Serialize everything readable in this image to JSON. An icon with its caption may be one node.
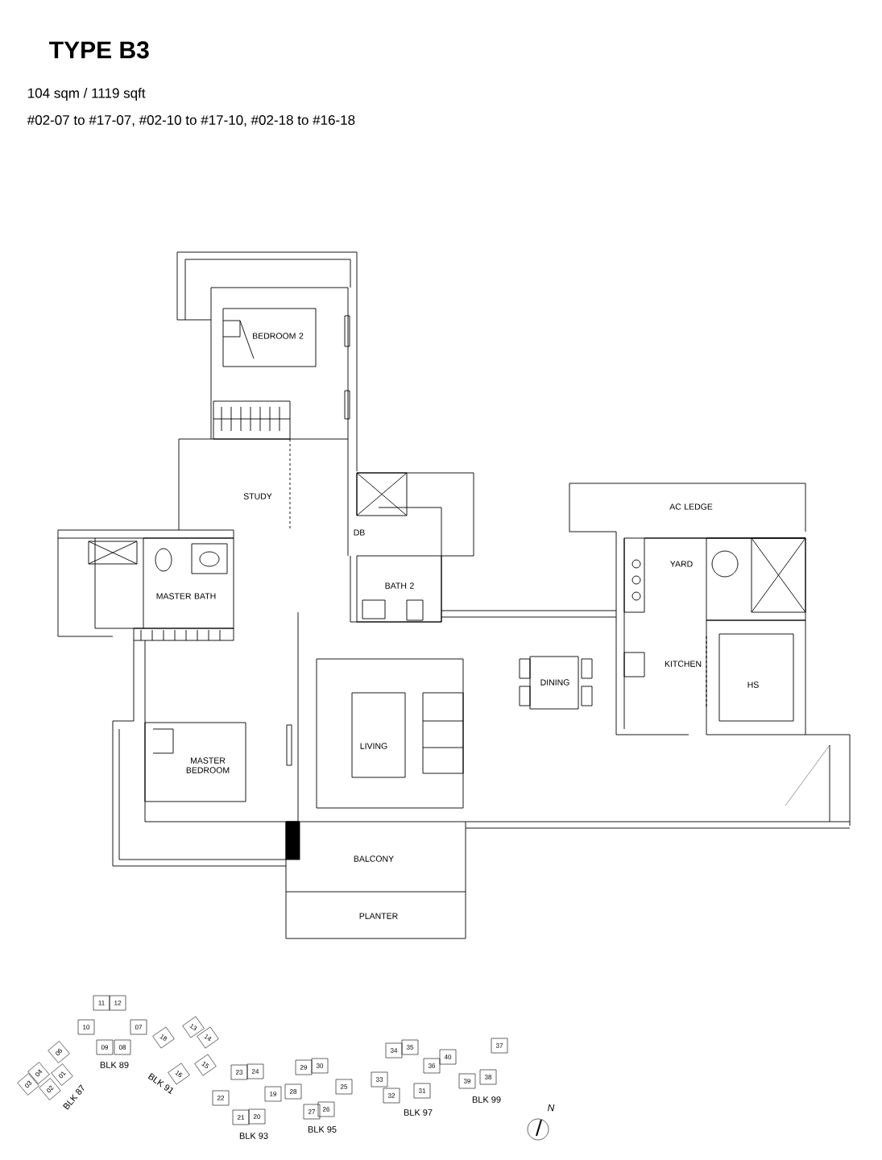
{
  "diagram": {
    "title": "TYPE B3",
    "labels": [
      "104 sqm / 1119 sqft",
      "#02-07 to #17-07, #02-10 to #17-10, #02-18 to #16-18",
      "BEDROOM 2",
      "STUDY",
      "AC LEDGE",
      "DB",
      "YARD",
      "MASTER BATH",
      "BATH 2",
      "KITCHEN",
      "DINING",
      "HS",
      "LIVING",
      "MASTER BEDROOM",
      "BALCONY",
      "PLANTER",
      "11",
      "12",
      "10",
      "07",
      "18",
      "13",
      "14",
      "06",
      "09",
      "08",
      "04",
      "01",
      "BLK 89",
      "16",
      "15",
      "03",
      "02",
      "BLK 87",
      "BLK 91",
      "23",
      "24",
      "29",
      "30",
      "22",
      "19",
      "28",
      "25",
      "21",
      "20",
      "27",
      "26",
      "BLK 93",
      "BLK 95",
      "34",
      "35",
      "37",
      "40",
      "36",
      "33",
      "39",
      "38",
      "32",
      "31",
      "BLK 99",
      "BLK 97",
      "N"
    ]
  }
}
